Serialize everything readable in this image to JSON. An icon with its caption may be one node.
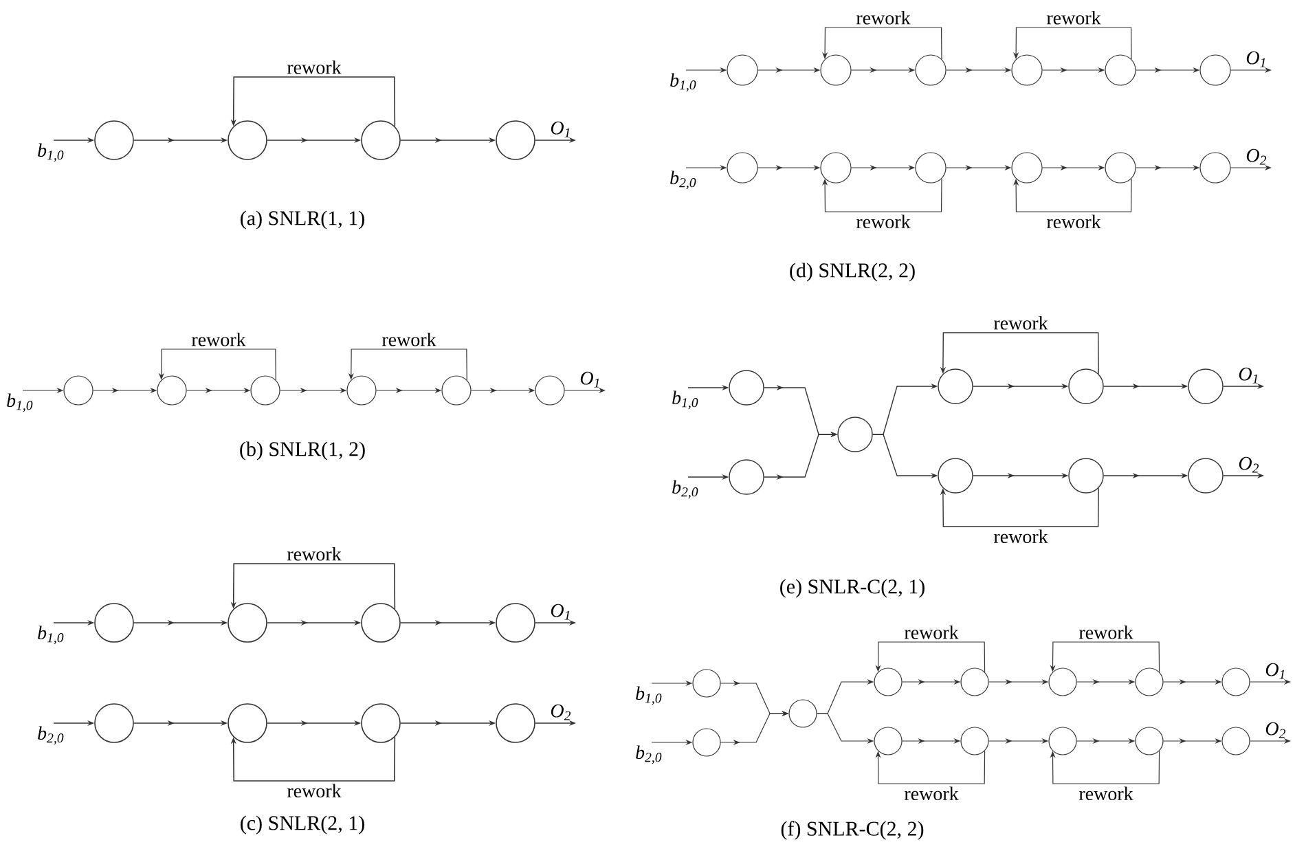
{
  "diagram": {
    "nodes": [
      {
        "text": [],
        "shape": "circle"
      },
      {
        "text": [],
        "shape": "circle"
      },
      {
        "text": [],
        "shape": "circle"
      },
      {
        "text": [],
        "shape": "circle"
      },
      {
        "text": [],
        "shape": "circle"
      },
      {
        "text": [],
        "shape": "circle"
      },
      {
        "text": [],
        "shape": "circle"
      },
      {
        "text": [],
        "shape": "circle"
      },
      {
        "text": [],
        "shape": "circle"
      },
      {
        "text": [],
        "shape": "circle"
      },
      {
        "text": [],
        "shape": "circle"
      },
      {
        "text": [],
        "shape": "circle"
      },
      {
        "text": [],
        "shape": "circle"
      },
      {
        "text": [],
        "shape": "circle"
      },
      {
        "text": [],
        "shape": "circle"
      },
      {
        "text": [],
        "shape": "circle"
      },
      {
        "text": [],
        "shape": "circle"
      },
      {
        "text": [],
        "shape": "circle"
      },
      {
        "text": [],
        "shape": "circle"
      },
      {
        "text": [],
        "shape": "circle"
      },
      {
        "text": [],
        "shape": "circle"
      },
      {
        "text": [],
        "shape": "circle"
      },
      {
        "text": [],
        "shape": "circle"
      },
      {
        "text": [],
        "shape": "circle"
      },
      {
        "text": [],
        "shape": "circle"
      },
      {
        "text": [],
        "shape": "circle"
      },
      {
        "text": [],
        "shape": "circle"
      },
      {
        "text": [],
        "shape": "circle"
      },
      {
        "text": [],
        "shape": "circle"
      },
      {
        "text": [],
        "shape": "circle"
      },
      {
        "text": [],
        "shape": "circle"
      },
      {
        "text": [],
        "shape": "circle"
      },
      {
        "text": [],
        "shape": "circle"
      },
      {
        "text": [],
        "shape": "circle"
      },
      {
        "text": [],
        "shape": "circle"
      },
      {
        "text": [],
        "shape": "circle"
      },
      {
        "text": [],
        "shape": "circle"
      },
      {
        "text": [],
        "shape": "circle"
      },
      {
        "text": [],
        "shape": "circle"
      },
      {
        "text": [],
        "shape": "circle"
      },
      {
        "text": [],
        "shape": "circle"
      },
      {
        "text": [],
        "shape": "circle"
      },
      {
        "text": [],
        "shape": "circle"
      },
      {
        "text": [],
        "shape": "circle"
      },
      {
        "text": [],
        "shape": "circle"
      },
      {
        "text": [],
        "shape": "circle"
      },
      {
        "text": [],
        "shape": "circle"
      },
      {
        "text": [],
        "shape": "circle"
      },
      {
        "text": [],
        "shape": "circle"
      },
      {
        "text": [],
        "shape": "circle"
      },
      {
        "text": [],
        "shape": "circle"
      },
      {
        "text": [],
        "shape": "circle"
      }
    ],
    "edges": [
      {
        "from": null,
        "to": 0,
        "arrow": "to",
        "label": "b$_{1,0}$"
      },
      {
        "from": 0,
        "to": 1,
        "arrow": "to"
      },
      {
        "from": 1,
        "to": 2,
        "arrow": "to"
      },
      {
        "from": 2,
        "to": 3,
        "arrow": "to"
      },
      {
        "from": 2,
        "to": 1,
        "arrow": "to",
        "label": "rework"
      },
      {
        "from": 3,
        "to": null,
        "arrow": "to",
        "label": "O$_{1}$"
      },
      {
        "from": null,
        "to": 4,
        "arrow": "to",
        "label": "b$_{1,0}$"
      },
      {
        "from": 4,
        "to": 5,
        "arrow": "to"
      },
      {
        "from": 5,
        "to": 6,
        "arrow": "to"
      },
      {
        "from": 6,
        "to": 7,
        "arrow": "to"
      },
      {
        "from": 7,
        "to": 8,
        "arrow": "to"
      },
      {
        "from": 8,
        "to": 9,
        "arrow": "to"
      },
      {
        "from": 6,
        "to": 5,
        "arrow": "to",
        "label": "rework"
      },
      {
        "from": 8,
        "to": 7,
        "arrow": "to",
        "label": "rework"
      },
      {
        "from": 9,
        "to": null,
        "arrow": "to",
        "label": "O$_{1}$"
      },
      {
        "from": null,
        "to": 10,
        "arrow": "to",
        "label": "b$_{1,0}$"
      },
      {
        "from": 10,
        "to": 11,
        "arrow": "to"
      },
      {
        "from": 11,
        "to": 12,
        "arrow": "to"
      },
      {
        "from": 12,
        "to": 13,
        "arrow": "to"
      },
      {
        "from": 12,
        "to": 11,
        "arrow": "to",
        "label": "rework"
      },
      {
        "from": 13,
        "to": null,
        "arrow": "to",
        "label": "O$_{1}$"
      },
      {
        "from": null,
        "to": 14,
        "arrow": "to",
        "label": "b$_{2,0}$"
      },
      {
        "from": 14,
        "to": 15,
        "arrow": "to"
      },
      {
        "from": 15,
        "to": 16,
        "arrow": "to"
      },
      {
        "from": 16,
        "to": 17,
        "arrow": "to"
      },
      {
        "from": 16,
        "to": 15,
        "arrow": "to",
        "label": "rework"
      },
      {
        "from": 17,
        "to": null,
        "arrow": "to",
        "label": "O$_{2}$"
      },
      {
        "from": null,
        "to": 18,
        "arrow": "to",
        "label": "b$_{1,0}$"
      },
      {
        "from": 18,
        "to": 19,
        "arrow": "to"
      },
      {
        "from": 19,
        "to": 20,
        "arrow": "to"
      },
      {
        "from": 20,
        "to": 21,
        "arrow": "to"
      },
      {
        "from": 21,
        "to": 22,
        "arrow": "to"
      },
      {
        "from": 22,
        "to": 23,
        "arrow": "to"
      },
      {
        "from": 20,
        "to": 19,
        "arrow": "to",
        "label": "rework"
      },
      {
        "from": 22,
        "to": 21,
        "arrow": "to",
        "label": "rework"
      },
      {
        "from": 23,
        "to": null,
        "arrow": "to",
        "label": "O$_{1}$"
      },
      {
        "from": null,
        "to": 24,
        "arrow": "to",
        "label": "b$_{2,0}$"
      },
      {
        "from": 24,
        "to": 25,
        "arrow": "to"
      },
      {
        "from": 25,
        "to": 26,
        "arrow": "to"
      },
      {
        "from": 26,
        "to": 27,
        "arrow": "to"
      },
      {
        "from": 27,
        "to": 28,
        "arrow": "to"
      },
      {
        "from": 28,
        "to": 29,
        "arrow": "to"
      },
      {
        "from": 26,
        "to": 25,
        "arrow": "to",
        "label": "rework"
      },
      {
        "from": 28,
        "to": 27,
        "arrow": "to",
        "label": "rework"
      },
      {
        "from": 29,
        "to": null,
        "arrow": "to",
        "label": "O$_{2}$"
      },
      {
        "from": null,
        "to": 30,
        "arrow": "to",
        "label": "b$_{1,0}$"
      },
      {
        "from": null,
        "to": 31,
        "arrow": "to",
        "label": "b$_{2,0}$"
      },
      {
        "from": 30,
        "to": 32,
        "arrow": "to"
      },
      {
        "from": 31,
        "to": 32,
        "arrow": "to"
      },
      {
        "from": 32,
        "to": 33,
        "arrow": "to"
      },
      {
        "from": 32,
        "to": 36,
        "arrow": "to"
      },
      {
        "from": 33,
        "to": 34,
        "arrow": "to"
      },
      {
        "from": 34,
        "to": 35,
        "arrow": "to"
      },
      {
        "from": 34,
        "to": 33,
        "arrow": "to",
        "label": "rework"
      },
      {
        "from": 35,
        "to": null,
        "arrow": "to",
        "label": "O$_{1}$"
      },
      {
        "from": 36,
        "to": 37,
        "arrow": "to"
      },
      {
        "from": 37,
        "to": 38,
        "arrow": "to"
      },
      {
        "from": 37,
        "to": 36,
        "arrow": "to",
        "label": "rework"
      },
      {
        "from": 38,
        "to": null,
        "arrow": "to",
        "label": "O$_{2}$"
      },
      {
        "from": null,
        "to": 39,
        "arrow": "to",
        "label": "b$_{1,0}$"
      },
      {
        "from": null,
        "to": 40,
        "arrow": "to",
        "label": "b$_{2,0}$"
      },
      {
        "from": 39,
        "to": 41,
        "arrow": "to"
      },
      {
        "from": 40,
        "to": 41,
        "arrow": "to"
      },
      {
        "from": 41,
        "to": 42,
        "arrow": "to"
      },
      {
        "from": 41,
        "to": 47,
        "arrow": "to"
      },
      {
        "from": 42,
        "to": 43,
        "arrow": "to"
      },
      {
        "from": 43,
        "to": 44,
        "arrow": "to"
      },
      {
        "from": 44,
        "to": 45,
        "arrow": "to"
      },
      {
        "from": 45,
        "to": 46,
        "arrow": "to"
      },
      {
        "from": 43,
        "to": 42,
        "arrow": "to",
        "label": "rework"
      },
      {
        "from": 45,
        "to": 44,
        "arrow": "to",
        "label": "rework"
      },
      {
        "from": 46,
        "to": null,
        "arrow": "to",
        "label": "O$_{1}$"
      },
      {
        "from": 47,
        "to": 48,
        "arrow": "to"
      },
      {
        "from": 48,
        "to": 49,
        "arrow": "to"
      },
      {
        "from": 49,
        "to": 50,
        "arrow": "to"
      },
      {
        "from": 50,
        "to": 51,
        "arrow": "to"
      },
      {
        "from": 48,
        "to": 47,
        "arrow": "to",
        "label": "rework"
      },
      {
        "from": 50,
        "to": 49,
        "arrow": "to",
        "label": "rework"
      },
      {
        "from": 51,
        "to": null,
        "arrow": "to",
        "label": "O$_{2}$"
      }
    ],
    "labels": [
      "(a) SNLR(1, 1)",
      "(b) SNLR(1, 2)",
      "(c) SNLR(2, 1)",
      "(d) SNLR(2, 2)",
      "(e) SNLR-C(2, 1)",
      "(f) SNLR-C(2, 2)"
    ]
  }
}
